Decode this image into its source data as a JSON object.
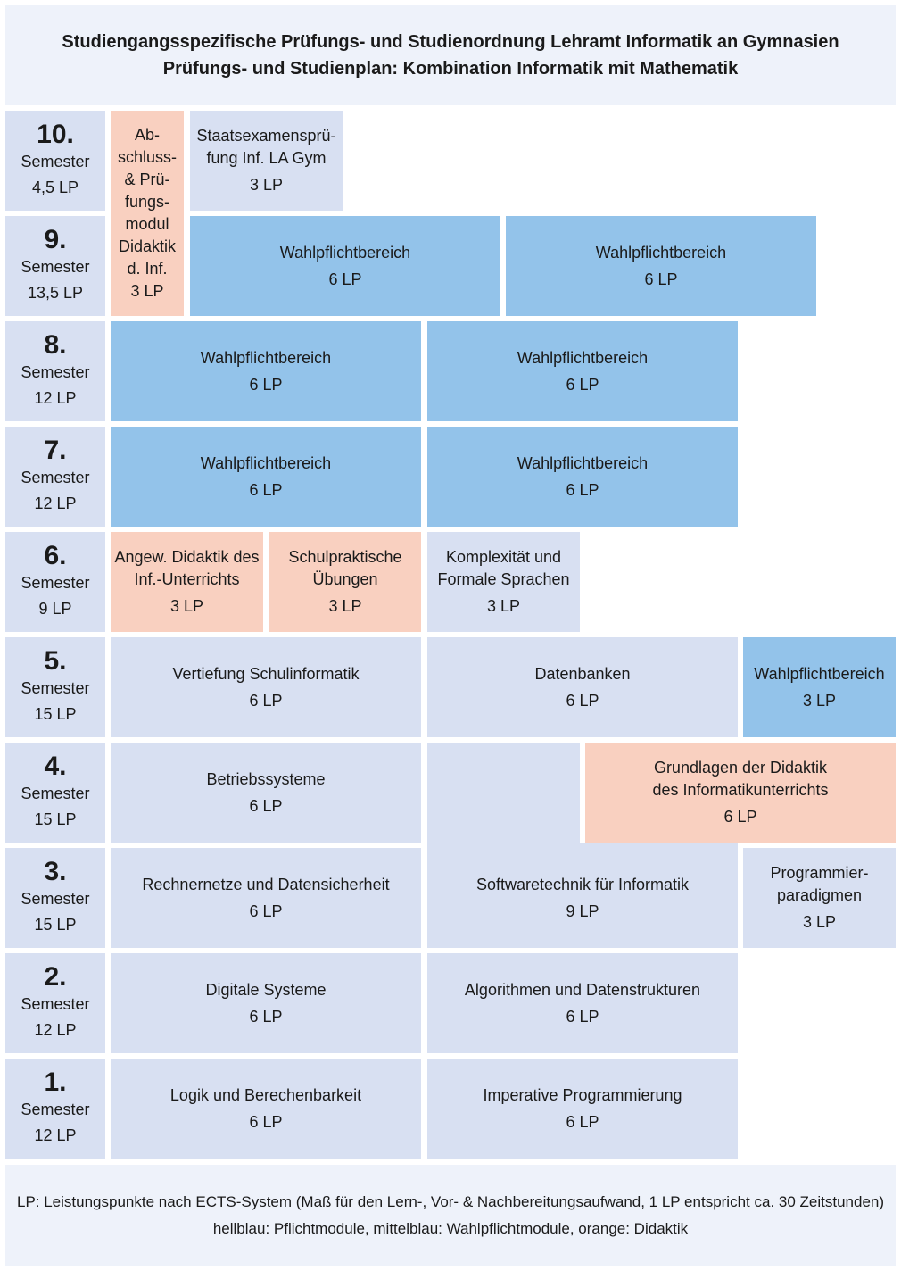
{
  "header": {
    "line1": "Studiengangsspezifische Prüfungs- und Studienordnung Lehramt Informatik an Gymnasien",
    "line2": "Prüfungs- und Studienplan: Kombination Informatik mit Mathematik"
  },
  "semesters": [
    {
      "num": "10.",
      "label": "Semester",
      "lp": "4,5 LP"
    },
    {
      "num": "9.",
      "label": "Semester",
      "lp": "13,5 LP"
    },
    {
      "num": "8.",
      "label": "Semester",
      "lp": "12 LP"
    },
    {
      "num": "7.",
      "label": "Semester",
      "lp": "12 LP"
    },
    {
      "num": "6.",
      "label": "Semester",
      "lp": "9 LP"
    },
    {
      "num": "5.",
      "label": "Semester",
      "lp": "15 LP"
    },
    {
      "num": "4.",
      "label": "Semester",
      "lp": "15 LP"
    },
    {
      "num": "3.",
      "label": "Semester",
      "lp": "15 LP"
    },
    {
      "num": "2.",
      "label": "Semester",
      "lp": "12 LP"
    },
    {
      "num": "1.",
      "label": "Semester",
      "lp": "12 LP"
    }
  ],
  "modules": {
    "abschluss": {
      "lines": [
        "Ab-",
        "schluss-",
        "& Prü-",
        "fungs-",
        "modul",
        "Didaktik",
        "d. Inf."
      ],
      "lp": "3 LP"
    },
    "staatsexamen": {
      "lines": [
        "Staatsexamensprü-",
        "fung Inf. LA Gym"
      ],
      "lp": "3 LP"
    },
    "s9_wahl_a": {
      "lines": [
        "Wahlpflichtbereich"
      ],
      "lp": "6 LP"
    },
    "s9_wahl_b": {
      "lines": [
        "Wahlpflichtbereich"
      ],
      "lp": "6 LP"
    },
    "s8_wahl_a": {
      "lines": [
        "Wahlpflichtbereich"
      ],
      "lp": "6 LP"
    },
    "s8_wahl_b": {
      "lines": [
        "Wahlpflichtbereich"
      ],
      "lp": "6 LP"
    },
    "s7_wahl_a": {
      "lines": [
        "Wahlpflichtbereich"
      ],
      "lp": "6 LP"
    },
    "s7_wahl_b": {
      "lines": [
        "Wahlpflichtbereich"
      ],
      "lp": "6 LP"
    },
    "angew_didaktik": {
      "lines": [
        "Angew. Didaktik des",
        "Inf.-Unterrichts"
      ],
      "lp": "3 LP"
    },
    "schulpraktisch": {
      "lines": [
        "Schulpraktische",
        "Übungen"
      ],
      "lp": "3 LP"
    },
    "komplexitaet": {
      "lines": [
        "Komplexität und",
        "Formale Sprachen"
      ],
      "lp": "3 LP"
    },
    "vertiefung": {
      "lines": [
        "Vertiefung Schulinformatik"
      ],
      "lp": "6 LP"
    },
    "datenbanken": {
      "lines": [
        "Datenbanken"
      ],
      "lp": "6 LP"
    },
    "s5_wahl": {
      "lines": [
        "Wahlpflichtbereich"
      ],
      "lp": "3 LP"
    },
    "betriebssysteme": {
      "lines": [
        "Betriebssysteme"
      ],
      "lp": "6 LP"
    },
    "grundlagen_didaktik": {
      "lines": [
        "Grundlagen der Didaktik",
        "des Informatikunterrichts"
      ],
      "lp": "6 LP"
    },
    "rechnernetze": {
      "lines": [
        "Rechnernetze und Datensicherheit"
      ],
      "lp": "6 LP"
    },
    "softwaretechnik": {
      "lines": [
        "Softwaretechnik für Informatik"
      ],
      "lp": "9 LP"
    },
    "programmier": {
      "lines": [
        "Programmier-",
        "paradigmen"
      ],
      "lp": "3 LP"
    },
    "digitale_systeme": {
      "lines": [
        "Digitale Systeme"
      ],
      "lp": "6 LP"
    },
    "algorithmen": {
      "lines": [
        "Algorithmen und Datenstrukturen"
      ],
      "lp": "6 LP"
    },
    "logik": {
      "lines": [
        "Logik und Berechenbarkeit"
      ],
      "lp": "6 LP"
    },
    "imperative": {
      "lines": [
        "Imperative Programmierung"
      ],
      "lp": "6 LP"
    }
  },
  "footer": {
    "line1": "LP: Leistungspunkte nach ECTS-System (Maß für den Lern-, Vor- & Nachbereitungsaufwand, 1 LP entspricht ca. 30 Zeitstunden)",
    "line2": "hellblau: Pflichtmodule, mittelblau: Wahlpflichtmodule, orange: Didaktik"
  },
  "colors": {
    "pflicht": "#d8e0f2",
    "wahlpflicht": "#93c3ea",
    "didaktik": "#f9d0c0",
    "frame": "#eef2fa"
  }
}
